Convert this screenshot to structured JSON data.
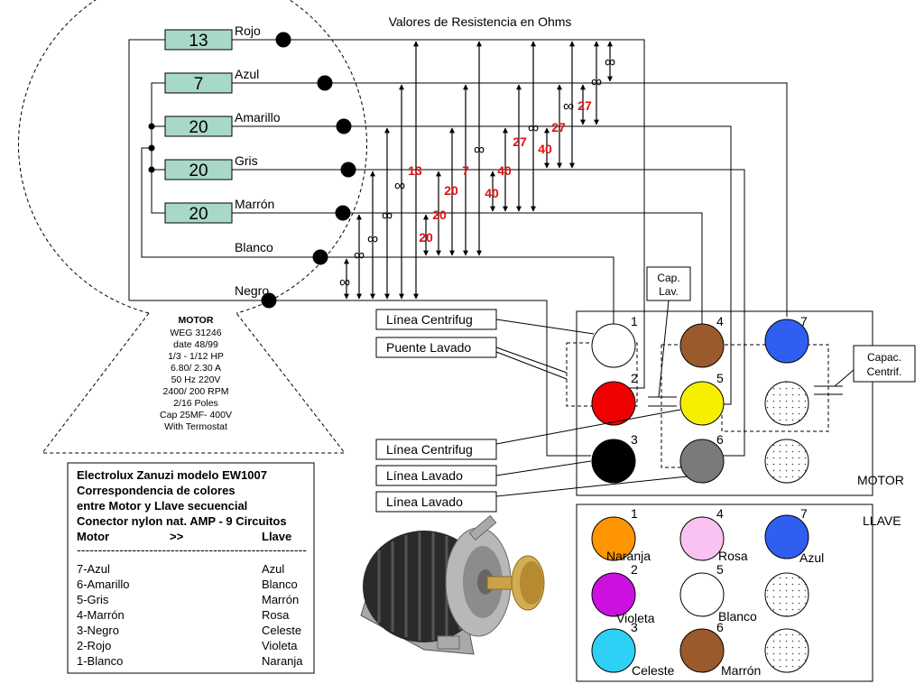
{
  "title": "Valores de Resistencia en Ohms",
  "windings": [
    {
      "value": "13",
      "color": "Rojo"
    },
    {
      "value": "7",
      "color": "Azul"
    },
    {
      "value": "20",
      "color": "Amarillo"
    },
    {
      "value": "20",
      "color": "Gris"
    },
    {
      "value": "20",
      "color": "Marrón"
    }
  ],
  "extra_wires": [
    "Blanco",
    "Negro"
  ],
  "infinity": "∞",
  "resistance_values": {
    "v13": "13",
    "v7": "7",
    "v20a": "20",
    "v20b": "20",
    "v20c": "20",
    "v27a": "27",
    "v27b": "27",
    "v27c": "27",
    "v40a": "40",
    "v40b": "40",
    "v40c": "40"
  },
  "motor_spec": {
    "title": "MOTOR",
    "lines": [
      "WEG 31246",
      "date 48/99",
      "1/3 - 1/12 HP",
      "6.80/ 2.30 A",
      "50 Hz 220V",
      "2400/ 200 RPM",
      "2/16 Poles",
      "Cap 25MF- 400V",
      "With Termostat"
    ]
  },
  "callouts": {
    "linea_centrifug_1": "Línea Centrifug",
    "puente_lavado": "Puente Lavado",
    "linea_centrifug_2": "Línea Centrifug",
    "linea_lavado_1": "Línea Lavado",
    "linea_lavado_2": "Línea Lavado",
    "cap_lav_1": "Cap.",
    "cap_lav_2": "Lav.",
    "capac_centrif_1": "Capac.",
    "capac_centrif_2": "Centrif."
  },
  "motor_connector": {
    "label": "MOTOR",
    "pins": [
      {
        "num": "1",
        "color": "#ffffff"
      },
      {
        "num": "4",
        "color": "#9b5a2b"
      },
      {
        "num": "7",
        "color": "#2f5ff0"
      },
      {
        "num": "2",
        "color": "#f00000"
      },
      {
        "num": "5",
        "color": "#f6f000"
      },
      {
        "num": "3",
        "color": "#000000"
      },
      {
        "num": "6",
        "color": "#7a7a7a"
      }
    ]
  },
  "llave_connector": {
    "label": "LLAVE",
    "pins": [
      {
        "num": "1",
        "name": "Naranja",
        "color": "#ff9500"
      },
      {
        "num": "4",
        "name": "Rosa",
        "color": "#f9c2f0"
      },
      {
        "num": "7",
        "name": "Azul",
        "color": "#2f5ff0"
      },
      {
        "num": "2",
        "name": "Violeta",
        "color": "#cc10e0"
      },
      {
        "num": "5",
        "name": "Blanco",
        "color": "#ffffff"
      },
      {
        "num": "3",
        "name": "Celeste",
        "color": "#2fd0f5"
      },
      {
        "num": "6",
        "name": "Marrón",
        "color": "#9b5a2b"
      }
    ]
  },
  "table": {
    "header_lines": [
      "Electrolux Zanuzi modelo EW1007",
      "Correspondencia de colores",
      "entre Motor y Llave secuencial",
      "Conector nylon nat. AMP -  9 Circuitos"
    ],
    "col_motor": "Motor",
    "col_arrow": ">>",
    "col_llave": "Llave",
    "separator": "------------------------------------------------------",
    "rows": [
      {
        "motor": "7-Azul",
        "llave": "Azul"
      },
      {
        "motor": "6-Amarillo",
        "llave": "Blanco"
      },
      {
        "motor": "5-Gris",
        "llave": "Marrón"
      },
      {
        "motor": "4-Marrón",
        "llave": "Rosa"
      },
      {
        "motor": "3-Negro",
        "llave": "Celeste"
      },
      {
        "motor": "2-Rojo",
        "llave": "Violeta"
      },
      {
        "motor": "1-Blanco",
        "llave": "Naranja"
      }
    ]
  }
}
